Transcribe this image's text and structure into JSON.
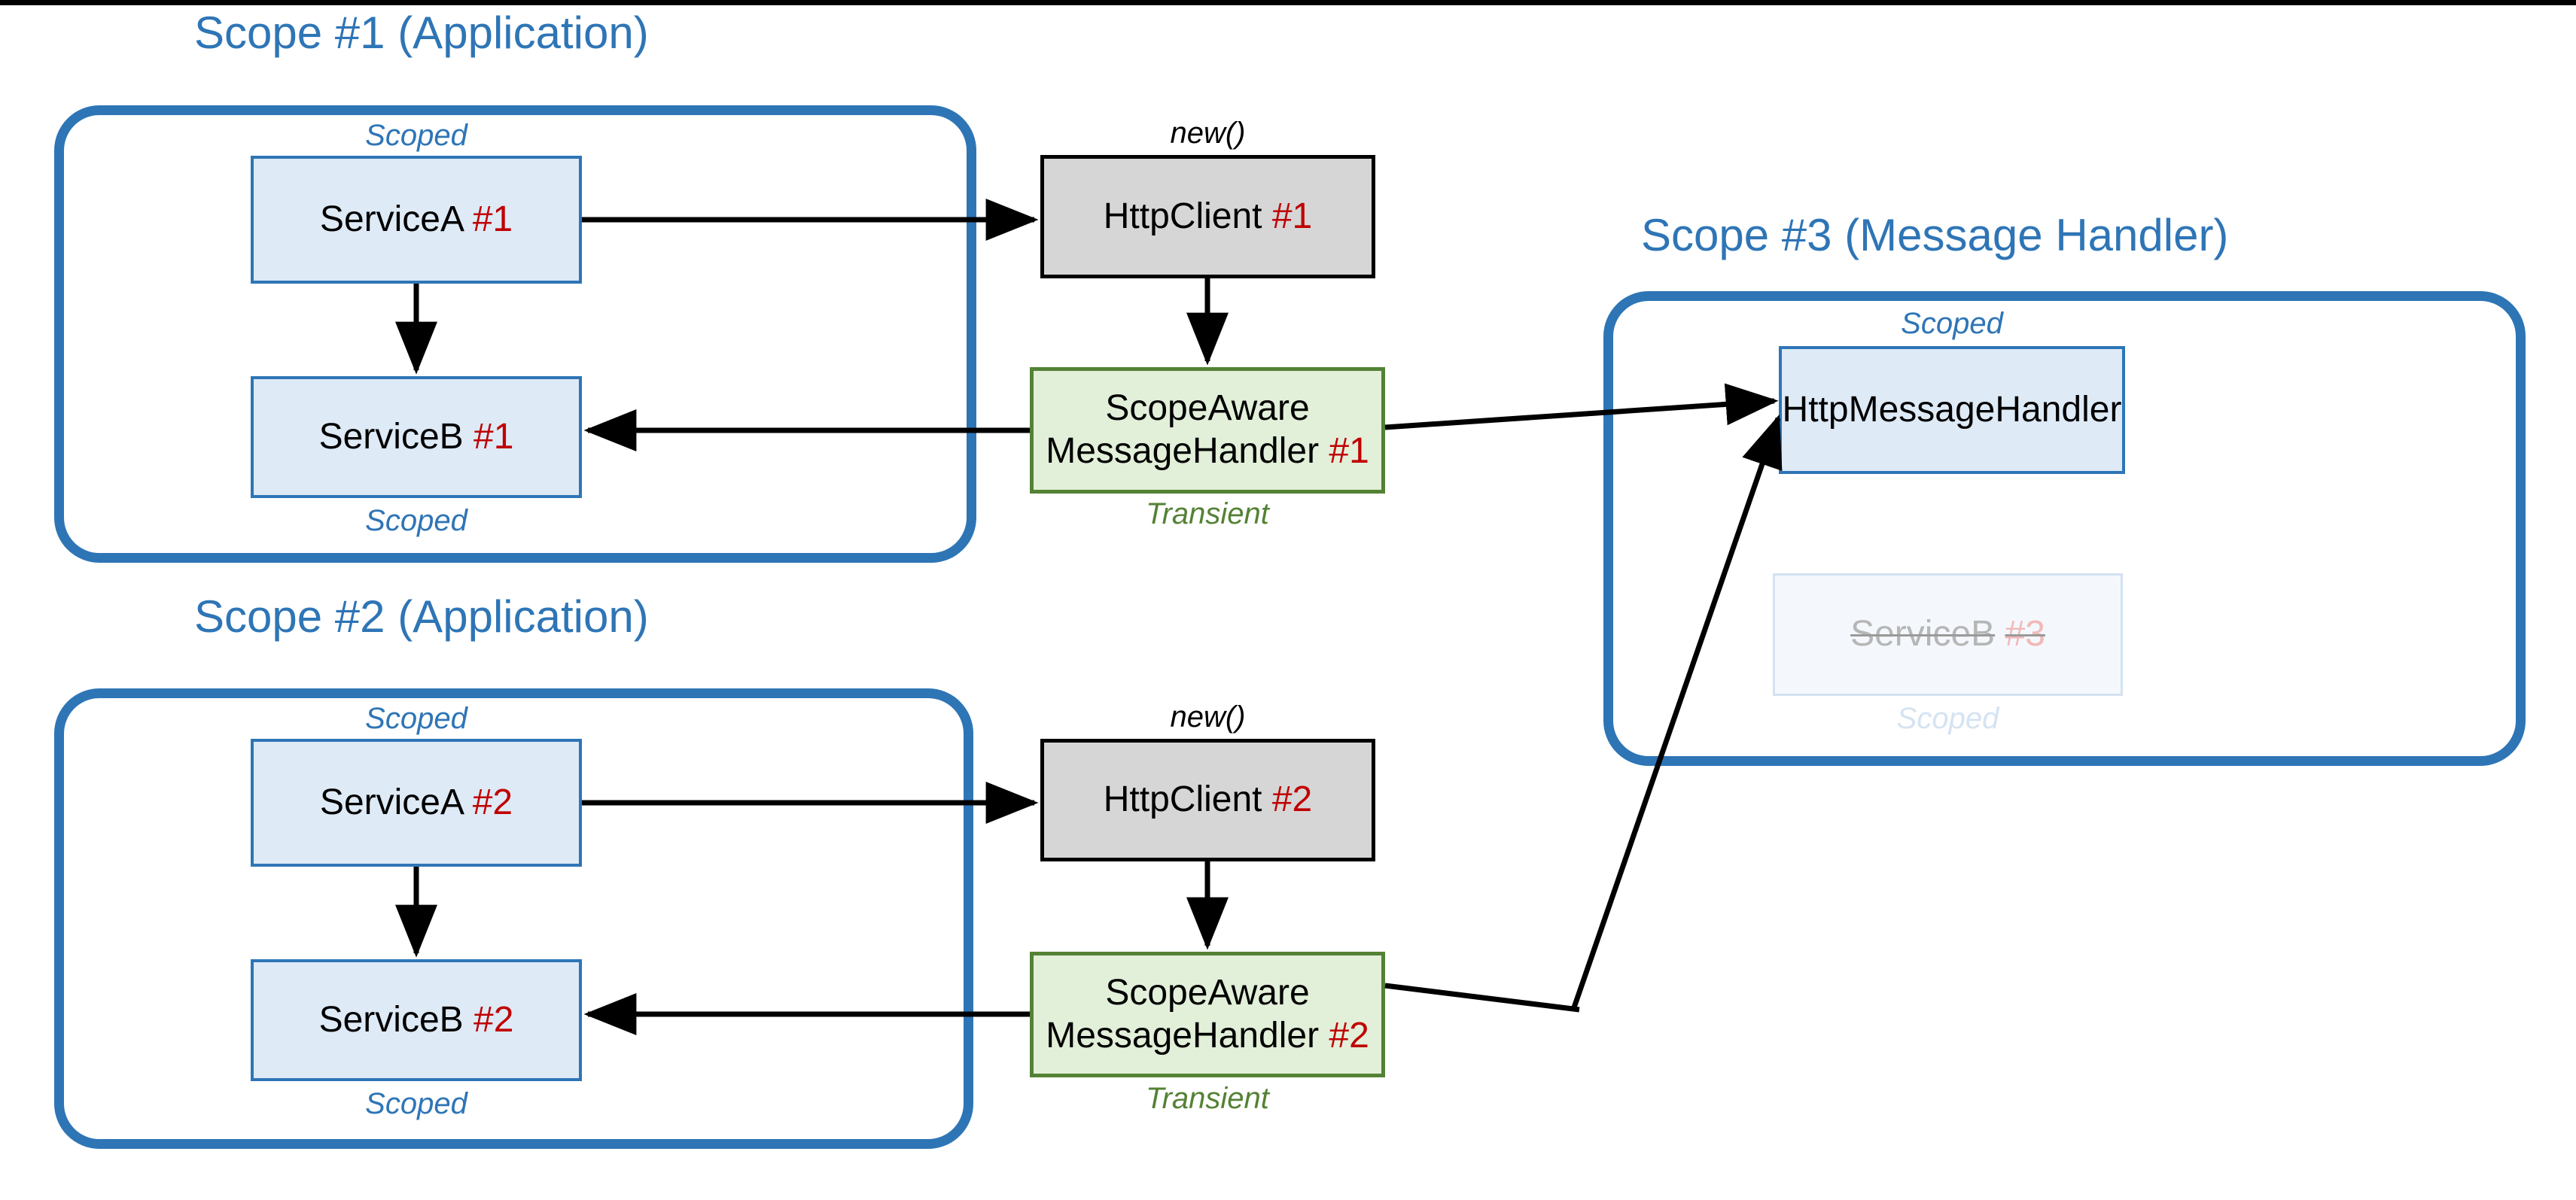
{
  "diagram": {
    "title_bar_color": "#000000",
    "accent_blue": "#2E75B6",
    "accent_green": "#548235",
    "accent_red": "#C00000",
    "node_blue_fill": "#DEEAF6",
    "node_gray_fill": "#D6D6D6",
    "node_green_fill": "#E2EFD9"
  },
  "scopes": [
    {
      "id": "scope1",
      "title": "Scope #1 (Application)"
    },
    {
      "id": "scope2",
      "title": "Scope #2 (Application)"
    },
    {
      "id": "scope3",
      "title": "Scope #3 (Message Handler)"
    }
  ],
  "nodes": {
    "service_a_1": {
      "name": "ServiceA",
      "instance": "#1",
      "lifetime": "Scoped"
    },
    "service_b_1": {
      "name": "ServiceB",
      "instance": "#1",
      "lifetime": "Scoped"
    },
    "http_client_1": {
      "name": "HttpClient",
      "instance": "#1",
      "creation": "new()"
    },
    "handler_1": {
      "name_line1": "ScopeAware",
      "name_line2": "MessageHandler",
      "instance": "#1",
      "lifetime": "Transient"
    },
    "service_a_2": {
      "name": "ServiceA",
      "instance": "#2",
      "lifetime": "Scoped"
    },
    "service_b_2": {
      "name": "ServiceB",
      "instance": "#2",
      "lifetime": "Scoped"
    },
    "http_client_2": {
      "name": "HttpClient",
      "instance": "#2",
      "creation": "new()"
    },
    "handler_2": {
      "name_line1": "ScopeAware",
      "name_line2": "MessageHandler",
      "instance": "#2",
      "lifetime": "Transient"
    },
    "http_message_handler": {
      "name": "HttpMessageHandler",
      "lifetime": "Scoped"
    },
    "service_b_3": {
      "name": "ServiceB",
      "instance": "#3",
      "lifetime": "Scoped",
      "state": "struck-out"
    }
  },
  "edges": [
    {
      "from": "service_a_1",
      "to": "http_client_1",
      "style": "solid-arrow"
    },
    {
      "from": "service_a_1",
      "to": "service_b_1",
      "style": "solid-arrow"
    },
    {
      "from": "http_client_1",
      "to": "handler_1",
      "style": "solid-arrow"
    },
    {
      "from": "handler_1",
      "to": "service_b_1",
      "style": "solid-arrow"
    },
    {
      "from": "handler_1",
      "to": "http_message_handler",
      "style": "solid-arrow"
    },
    {
      "from": "service_a_2",
      "to": "http_client_2",
      "style": "solid-arrow"
    },
    {
      "from": "service_a_2",
      "to": "service_b_2",
      "style": "solid-arrow"
    },
    {
      "from": "http_client_2",
      "to": "handler_2",
      "style": "solid-arrow"
    },
    {
      "from": "handler_2",
      "to": "service_b_2",
      "style": "solid-arrow"
    },
    {
      "from": "handler_2",
      "to": "http_message_handler",
      "style": "solid-arrow"
    }
  ]
}
